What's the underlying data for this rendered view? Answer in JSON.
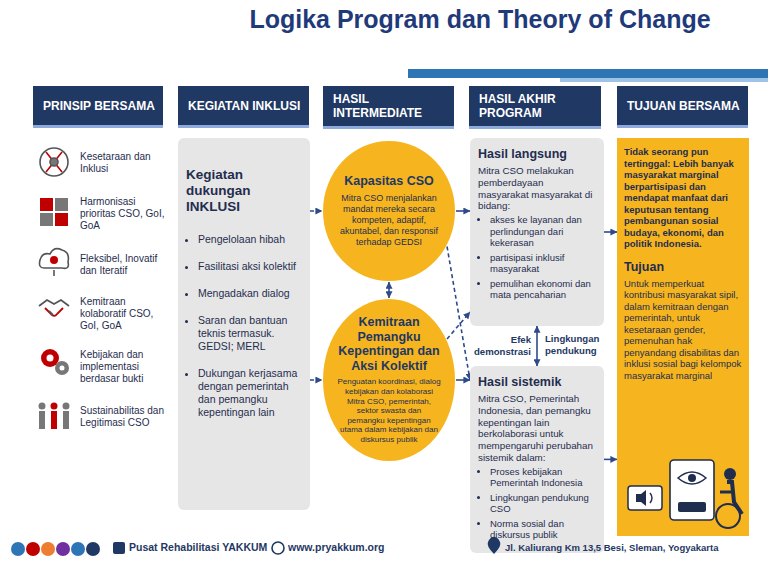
{
  "diagram": {
    "title": "Logika Program dan Theory of Change",
    "nodes": [
      {
        "text": [
          "PRINSIP BERSAMA"
        ]
      },
      {
        "text": [
          "KEGIATAN INKLUSI"
        ]
      },
      {
        "text": [
          "HASIL INTERMEDIATE"
        ]
      },
      {
        "text": [
          "HASIL AKHIR PROGRAM"
        ]
      },
      {
        "text": [
          "TUJUAN BERSAMA"
        ]
      },
      {
        "text": [
          "Kegiatan dukungan INKLUSI",
          "Pengelolaan hibah",
          "Fasilitasi aksi kolektif",
          "Mengadakan dialog",
          "Saran dan bantuan teknis termasuk. GEDSI; MERL",
          "Dukungan kerjasama dengan pemerintah dan pemangku kepentingan lain"
        ]
      },
      {
        "text": [
          "Kapasitas CSO",
          "Mitra CSO menjalankan mandat mereka secara kompeten, adaptif, akuntabel, dan responsif terhadap GEDSI"
        ]
      },
      {
        "text": [
          "Kemitraan Pemangku Kepentingan dan Aksi Kolektif",
          "Penguatan koordinasi, dialog kebijakan dan kolaborasi Mitra CSO, pemerintah, sektor swasta dan pemangku kepentingan utama dalam kebijakan dan diskursus publik"
        ]
      },
      {
        "text": [
          "Hasil langsung",
          "Mitra CSO melakukan pemberdayaan masyarakat masyarakat di bidang:",
          "akses ke layanan dan perlindungan dari kekerasan",
          "partisipasi inklusif masyarakat",
          "pemulihan ekonomi dan mata pencaharian"
        ]
      },
      {
        "text": [
          "Hasil sistemik",
          "Mitra CSO, Pemerintah Indonesia, dan pemangku kepentingan lain berkolaborasi untuk mempengaruhi perubahan sistemik dalam:",
          "Proses kebijakan Pemerintah Indonesia",
          "Lingkungan pendukung CSO",
          "Norma sosial dan diskursus publik"
        ]
      },
      {
        "text": [
          "Tidak seorang pun tertinggal: Lebih banyak masyarakat marginal berpartisipasi dan mendapat manfaat dari keputusan tentang pembangunan sosial budaya, ekonomi, dan politik Indonesia.",
          "Tujuan",
          "Untuk memperkuat kontribusi masyarakat sipil, dalam kemitraan dengan pemerintah, untuk kesetaraan gender, pemenuhan hak penyandang disabilitas dan inklusi sosial bagi kelompok masyarakat marginal"
        ]
      }
    ],
    "edges": [
      {
        "from": 5,
        "to": 6,
        "arrow": "to"
      },
      {
        "from": 5,
        "to": 7,
        "arrow": "to"
      },
      {
        "from": 6,
        "to": 7,
        "arrow": "both"
      },
      {
        "from": 6,
        "to": 8,
        "arrow": "to"
      },
      {
        "from": 6,
        "to": 9,
        "arrow": "to"
      },
      {
        "from": 7,
        "to": 8,
        "arrow": "to"
      },
      {
        "from": 7,
        "to": 9,
        "arrow": "to"
      },
      {
        "from": 8,
        "to": 9,
        "label": "Efek demonstrasi",
        "arrow": "both"
      },
      {
        "from": 8,
        "to": 10,
        "arrow": "to"
      },
      {
        "from": 9,
        "to": 10,
        "arrow": "to"
      }
    ],
    "labels": [
      "Kesetaraan dan Inklusi",
      "Harmonisasi prioritas CSO, GoI, GoA",
      "Fleksibel, Inovatif dan Iteratif",
      "Kemitraan kolaboratif CSO, GoI, GoA",
      "Kebijakan dan implementasi berdasar bukti",
      "Sustainabilitas dan Legitimasi CSO",
      "Lingkungan pendukung",
      "Pusat Rehabilitasi YAKKUM",
      "www.pryakkum.org",
      "Jl. Kaliurang Km 13,5 Besi, Sleman, Yogyakarta"
    ]
  }
}
